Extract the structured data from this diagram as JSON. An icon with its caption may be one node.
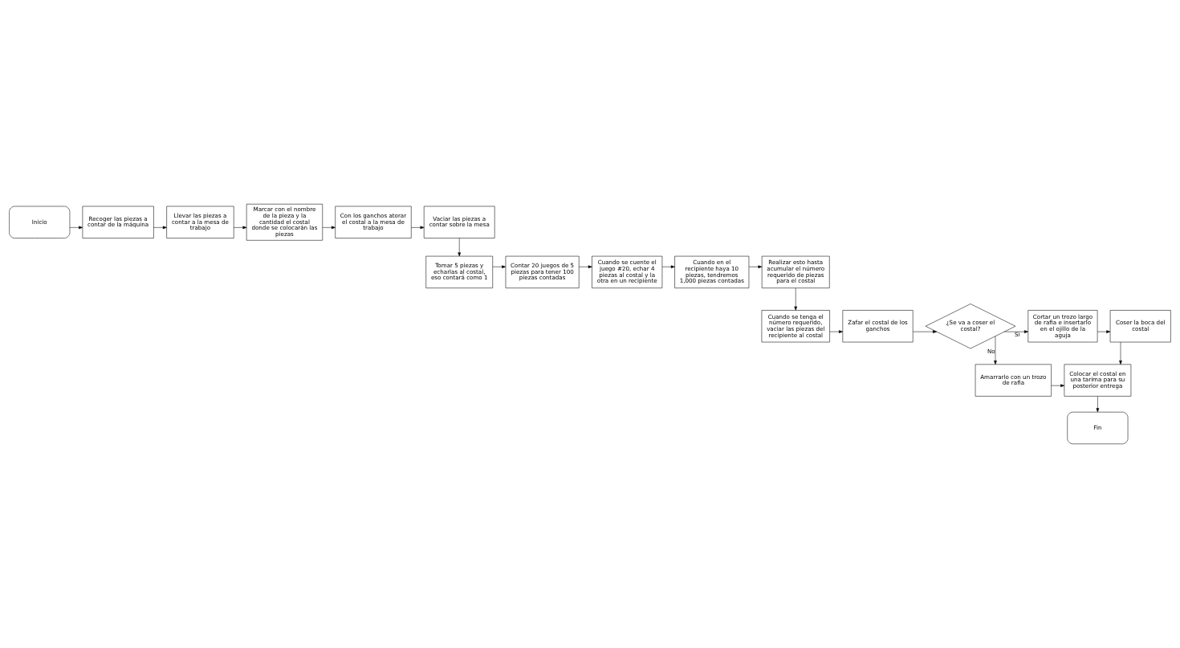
{
  "diagram": {
    "nodes": [
      {
        "text": [
          "Inicio"
        ]
      },
      {
        "text": [
          "Recoger las piezas a contar de la máquina"
        ]
      },
      {
        "text": [
          "Llevar las piezas a contar a la mesa de trabajo"
        ]
      },
      {
        "text": [
          "Marcar con el nombre de la pieza y la cantidad el costal donde se colocarán las piezas"
        ]
      },
      {
        "text": [
          "Con los ganchos atorar el costal a la mesa de trabajo"
        ]
      },
      {
        "text": [
          "Vaciar las piezas a contar sobre la mesa"
        ]
      },
      {
        "text": [
          "Tomar 5 piezas y echarlas al costal, eso contará como 1"
        ]
      },
      {
        "text": [
          "Contar 20 juegos de 5 piezas para tener 100 piezas contadas"
        ]
      },
      {
        "text": [
          "Cuando se cuente el juego #20, echar 4 piezas al costal y la otra en un recipiente"
        ]
      },
      {
        "text": [
          "Cuando en el recipiente haya 10 piezas, tendremos 1,000 piezas contadas"
        ]
      },
      {
        "text": [
          "Realizar esto hasta acumular el número requerido de piezas para el costal"
        ]
      },
      {
        "text": [
          "Cuando se tenga el número requerido, vaciar las piezas del recipiente al costal"
        ]
      },
      {
        "text": [
          "Zafar el costal de los ganchos"
        ]
      },
      {
        "text": [
          "¿Se va a coser el costal?"
        ]
      },
      {
        "text": [
          "Cortar un trozo largo de rafia e insertarlo en el ojillo de la aguja"
        ]
      },
      {
        "text": [
          "Coser la boca del costal"
        ]
      },
      {
        "text": [
          "Amarrarlo con un trozo de rafia"
        ]
      },
      {
        "text": [
          "Colocar el costal en una tarima para su posterior entrega"
        ]
      },
      {
        "text": [
          "Fin"
        ]
      }
    ],
    "edges": [
      {
        "from": 0,
        "to": 1,
        "arrow": "to"
      },
      {
        "from": 1,
        "to": 2,
        "arrow": "to"
      },
      {
        "from": 2,
        "to": 3,
        "arrow": "to"
      },
      {
        "from": 3,
        "to": 4,
        "arrow": "to"
      },
      {
        "from": 4,
        "to": 5,
        "arrow": "to"
      },
      {
        "from": 5,
        "to": 6,
        "arrow": "to"
      },
      {
        "from": 6,
        "to": 7,
        "arrow": "to"
      },
      {
        "from": 7,
        "to": 8,
        "arrow": "to"
      },
      {
        "from": 8,
        "to": 9,
        "arrow": "to"
      },
      {
        "from": 9,
        "to": 10,
        "arrow": "to"
      },
      {
        "from": 10,
        "to": 11,
        "arrow": "to"
      },
      {
        "from": 11,
        "to": 12,
        "arrow": "to"
      },
      {
        "from": 12,
        "to": 13,
        "arrow": "to"
      },
      {
        "from": 13,
        "to": 14,
        "arrow": "to",
        "label": "Si"
      },
      {
        "from": 13,
        "to": 16,
        "arrow": "to",
        "label": "No"
      },
      {
        "from": 14,
        "to": 15,
        "arrow": "to"
      },
      {
        "from": 15,
        "to": 17,
        "arrow": "to"
      },
      {
        "from": 16,
        "to": 17,
        "arrow": "to"
      },
      {
        "from": 17,
        "to": 18,
        "arrow": "to"
      }
    ]
  }
}
